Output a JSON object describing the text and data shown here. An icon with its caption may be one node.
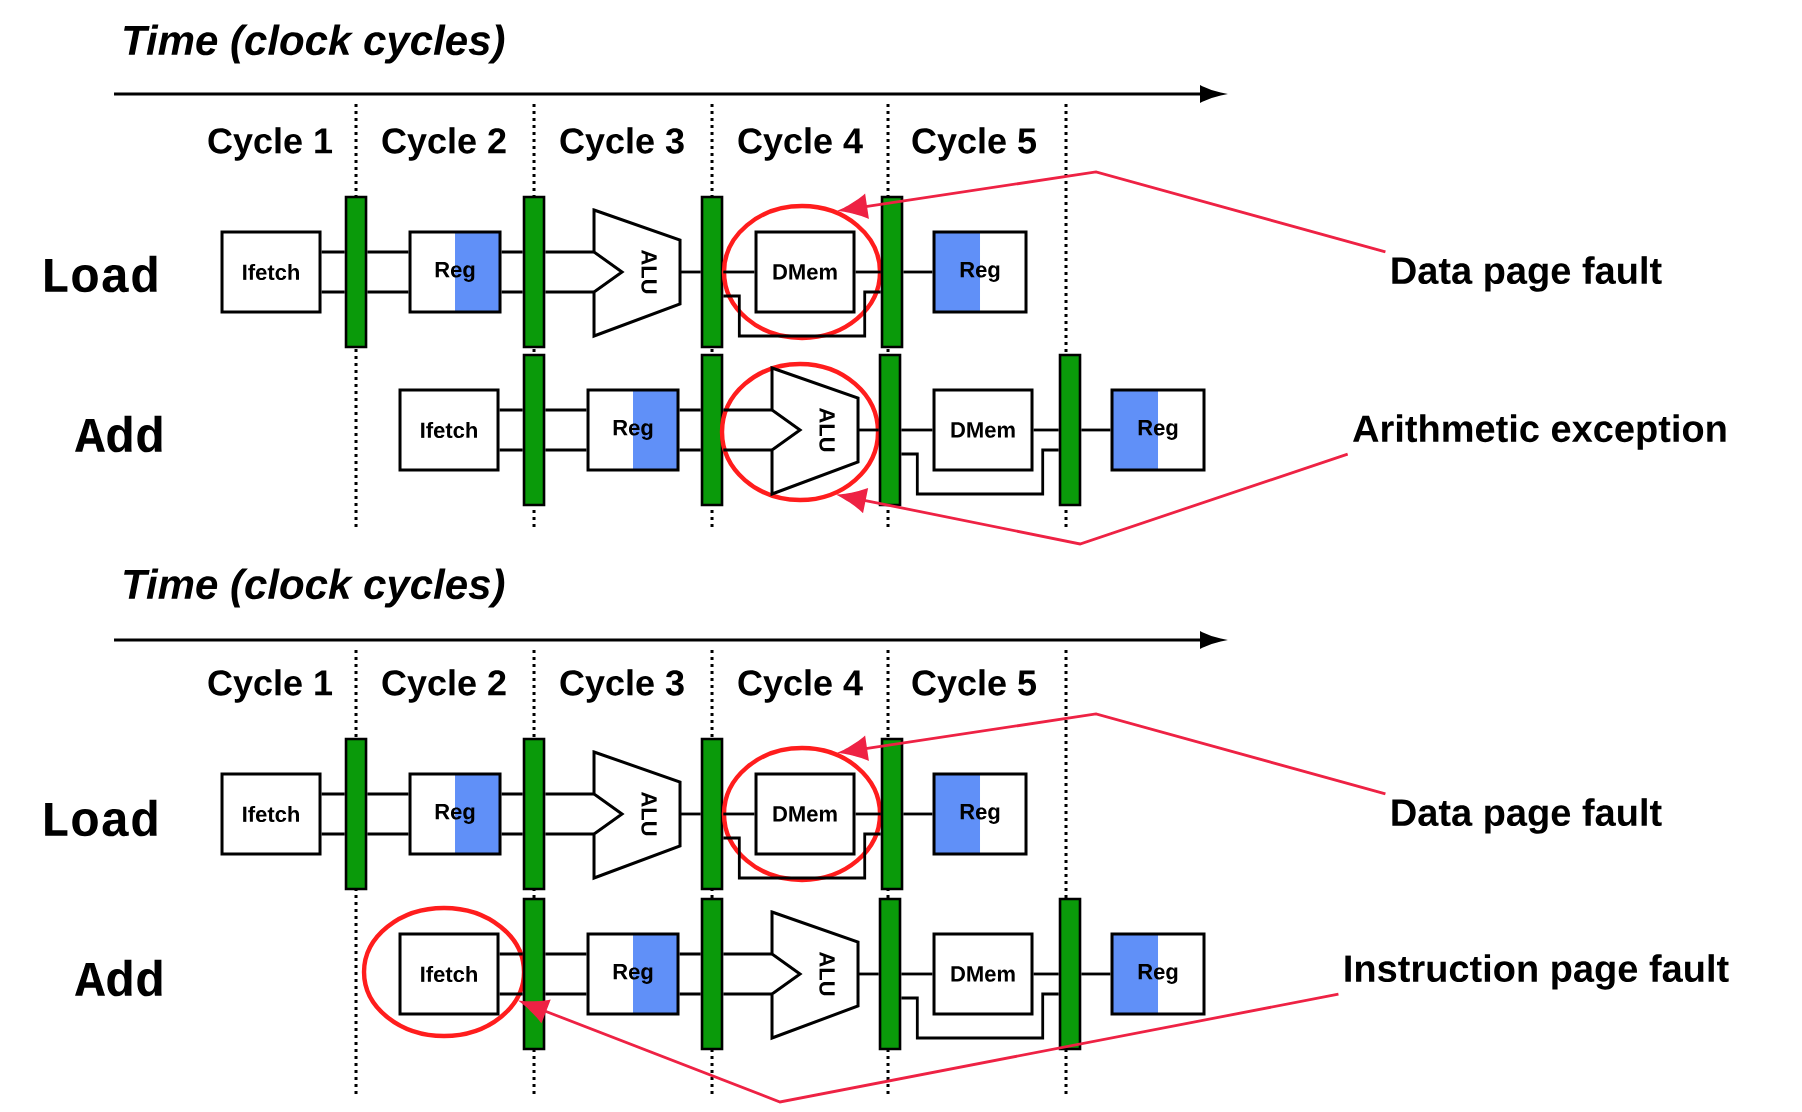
{
  "diagram": {
    "nodes": [
      {
        "text": [
          "Ifetch"
        ]
      },
      {
        "text": [],
        "shape": "bar"
      },
      {
        "text": [
          "Reg"
        ]
      },
      {
        "text": [],
        "shape": "bar"
      },
      {
        "text": [
          "ALU"
        ]
      },
      {
        "text": [],
        "shape": "bar"
      },
      {
        "text": [],
        "shape": "ellipse"
      },
      {
        "text": [
          "DMem"
        ],
        "in": 6
      },
      {
        "text": [],
        "shape": "bar"
      },
      {
        "text": [
          "Reg"
        ]
      },
      {
        "text": [
          "Ifetch"
        ]
      },
      {
        "text": [],
        "shape": "bar"
      },
      {
        "text": [
          "Reg"
        ]
      },
      {
        "text": [],
        "shape": "bar"
      },
      {
        "text": [],
        "shape": "ellipse"
      },
      {
        "text": [
          "ALU"
        ],
        "in": 14
      },
      {
        "text": [],
        "shape": "bar"
      },
      {
        "text": [
          "DMem"
        ]
      },
      {
        "text": [],
        "shape": "bar"
      },
      {
        "text": [
          "Reg"
        ]
      },
      {
        "text": [
          "Ifetch"
        ]
      },
      {
        "text": [],
        "shape": "bar"
      },
      {
        "text": [
          "Reg"
        ]
      },
      {
        "text": [],
        "shape": "bar"
      },
      {
        "text": [
          "ALU"
        ]
      },
      {
        "text": [],
        "shape": "bar"
      },
      {
        "text": [],
        "shape": "ellipse"
      },
      {
        "text": [
          "DMem"
        ],
        "in": 26
      },
      {
        "text": [],
        "shape": "bar"
      },
      {
        "text": [
          "Reg"
        ]
      },
      {
        "text": [],
        "shape": "ellipse"
      },
      {
        "text": [
          "Ifetch"
        ],
        "in": 30
      },
      {
        "text": [],
        "shape": "bar"
      },
      {
        "text": [
          "Reg"
        ]
      },
      {
        "text": [],
        "shape": "bar"
      },
      {
        "text": [
          "ALU"
        ]
      },
      {
        "text": [],
        "shape": "bar"
      },
      {
        "text": [
          "DMem"
        ]
      },
      {
        "text": [],
        "shape": "bar"
      },
      {
        "text": [
          "Reg"
        ]
      },
      {
        "text": [
          "Data page fault"
        ]
      },
      {
        "text": [
          "Arithmetic exception"
        ]
      },
      {
        "text": [
          "Data page fault"
        ]
      },
      {
        "text": [
          "Instruction page fault"
        ]
      }
    ],
    "edges": [
      {
        "from": 0,
        "to": 1,
        "arrow": "none"
      },
      {
        "from": 1,
        "to": 2,
        "arrow": "none"
      },
      {
        "from": 2,
        "to": 3,
        "arrow": "none"
      },
      {
        "from": 3,
        "to": 4,
        "arrow": "none"
      },
      {
        "from": 4,
        "to": 5,
        "arrow": "none"
      },
      {
        "from": 5,
        "to": 7,
        "arrow": "none"
      },
      {
        "from": 7,
        "to": 8,
        "arrow": "none"
      },
      {
        "from": 8,
        "to": 9,
        "arrow": "none"
      },
      {
        "from": 5,
        "to": 8,
        "arrow": "none"
      },
      {
        "from": 10,
        "to": 11,
        "arrow": "none"
      },
      {
        "from": 11,
        "to": 12,
        "arrow": "none"
      },
      {
        "from": 12,
        "to": 13,
        "arrow": "none"
      },
      {
        "from": 13,
        "to": 15,
        "arrow": "none"
      },
      {
        "from": 15,
        "to": 16,
        "arrow": "none"
      },
      {
        "from": 16,
        "to": 17,
        "arrow": "none"
      },
      {
        "from": 17,
        "to": 18,
        "arrow": "none"
      },
      {
        "from": 18,
        "to": 19,
        "arrow": "none"
      },
      {
        "from": 16,
        "to": 18,
        "arrow": "none"
      },
      {
        "from": 20,
        "to": 21,
        "arrow": "none"
      },
      {
        "from": 21,
        "to": 22,
        "arrow": "none"
      },
      {
        "from": 22,
        "to": 23,
        "arrow": "none"
      },
      {
        "from": 23,
        "to": 24,
        "arrow": "none"
      },
      {
        "from": 24,
        "to": 25,
        "arrow": "none"
      },
      {
        "from": 25,
        "to": 27,
        "arrow": "none"
      },
      {
        "from": 27,
        "to": 28,
        "arrow": "none"
      },
      {
        "from": 28,
        "to": 29,
        "arrow": "none"
      },
      {
        "from": 25,
        "to": 28,
        "arrow": "none"
      },
      {
        "from": 31,
        "to": 32,
        "arrow": "none"
      },
      {
        "from": 32,
        "to": 33,
        "arrow": "none"
      },
      {
        "from": 33,
        "to": 34,
        "arrow": "none"
      },
      {
        "from": 34,
        "to": 35,
        "arrow": "none"
      },
      {
        "from": 35,
        "to": 36,
        "arrow": "none"
      },
      {
        "from": 36,
        "to": 37,
        "arrow": "none"
      },
      {
        "from": 37,
        "to": 38,
        "arrow": "none"
      },
      {
        "from": 38,
        "to": 39,
        "arrow": "none"
      },
      {
        "from": 36,
        "to": 38,
        "arrow": "none"
      },
      {
        "from": 40,
        "to": 6,
        "arrow": "to",
        "color": "#ee2244"
      },
      {
        "from": 41,
        "to": 14,
        "arrow": "to",
        "color": "#ee2244"
      },
      {
        "from": 42,
        "to": 26,
        "arrow": "to",
        "color": "#ee2244"
      },
      {
        "from": 43,
        "to": 30,
        "arrow": "to",
        "color": "#ee2244"
      }
    ],
    "labels": [
      "Time (clock cycles)",
      "Cycle 1",
      "Cycle 2",
      "Cycle 3",
      "Cycle 4",
      "Cycle 5",
      "Load",
      "Add",
      "Time (clock cycles)",
      "Cycle 1",
      "Cycle 2",
      "Cycle 3",
      "Cycle 4",
      "Cycle 5",
      "Load",
      "Add"
    ]
  }
}
